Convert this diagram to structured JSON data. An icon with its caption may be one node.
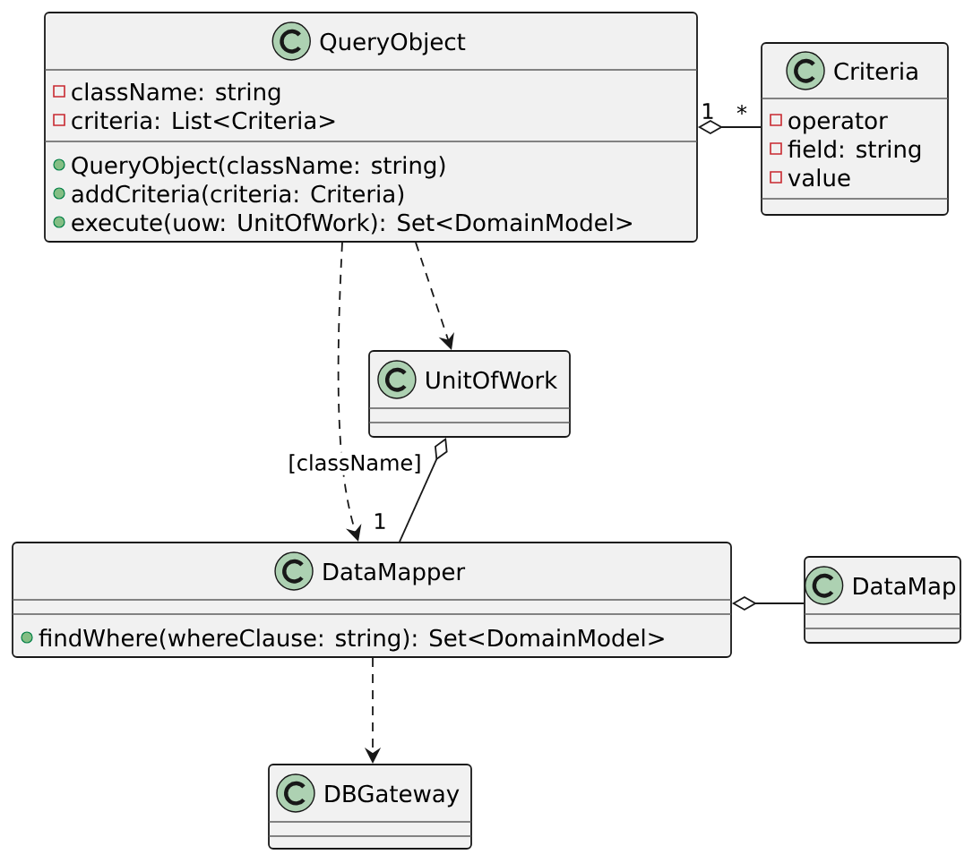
{
  "diagram": {
    "nodes": [
      {
        "text": [
          "QueryObject",
          "className: string",
          "criteria: List<Criteria>",
          "QueryObject(className: string)",
          "addCriteria(criteria: Criteria)",
          "execute(uow: UnitOfWork): Set<DomainModel>"
        ]
      },
      {
        "text": [
          "Criteria",
          "operator",
          "field: string",
          "value"
        ]
      },
      {
        "text": [
          "UnitOfWork"
        ]
      },
      {
        "text": [
          "DataMapper",
          "findWhere(whereClause: string): Set<DomainModel>"
        ]
      },
      {
        "text": [
          "DataMap"
        ]
      },
      {
        "text": [
          "DBGateway"
        ]
      }
    ],
    "edges": [
      {
        "from": 0,
        "to": 1,
        "arrow": "other"
      },
      {
        "from": 0,
        "to": 3,
        "arrow": "to",
        "style": "dashed",
        "label": "[className]"
      },
      {
        "from": 0,
        "to": 2,
        "arrow": "to",
        "style": "dashed"
      },
      {
        "from": 2,
        "to": 3,
        "arrow": "other"
      },
      {
        "from": 3,
        "to": 4,
        "arrow": "other"
      },
      {
        "from": 3,
        "to": 5,
        "arrow": "to",
        "style": "dashed"
      }
    ],
    "labels": [
      "1",
      "*",
      "1"
    ]
  }
}
